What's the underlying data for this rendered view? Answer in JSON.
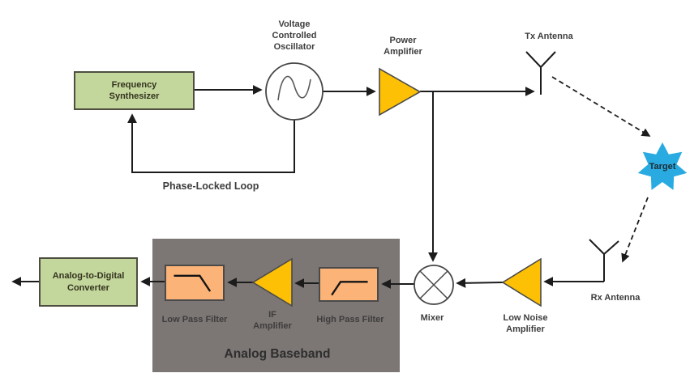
{
  "blocks": {
    "frequency_synthesizer": {
      "label": "Frequency\nSynthesizer"
    },
    "vco": {
      "label": "Voltage\nControlled\nOscillator"
    },
    "power_amplifier": {
      "label": "Power\nAmplifier"
    },
    "tx_antenna": {
      "label": "Tx Antenna"
    },
    "target": {
      "label": "Target"
    },
    "pll": {
      "label": "Phase-Locked Loop"
    },
    "rx_antenna": {
      "label": "Rx Antenna"
    },
    "low_noise_amplifier": {
      "label": "Low Noise\nAmplifier"
    },
    "mixer": {
      "label": "Mixer"
    },
    "high_pass_filter": {
      "label": "High Pass Filter"
    },
    "if_amplifier": {
      "label": "IF\nAmplifier"
    },
    "low_pass_filter": {
      "label": "Low Pass Filter"
    },
    "analog_baseband": {
      "label": "Analog Baseband"
    },
    "adc": {
      "label": "Analog-to-Digital\nConverter"
    }
  },
  "colors": {
    "box_green": "#c3d69b",
    "box_orange": "#fbb377",
    "amp_gold": "#fdc004",
    "panel_gray": "#7c7674",
    "target_blue": "#29abe2",
    "line": "#1c1c1c",
    "text": "#3d3d3d"
  }
}
